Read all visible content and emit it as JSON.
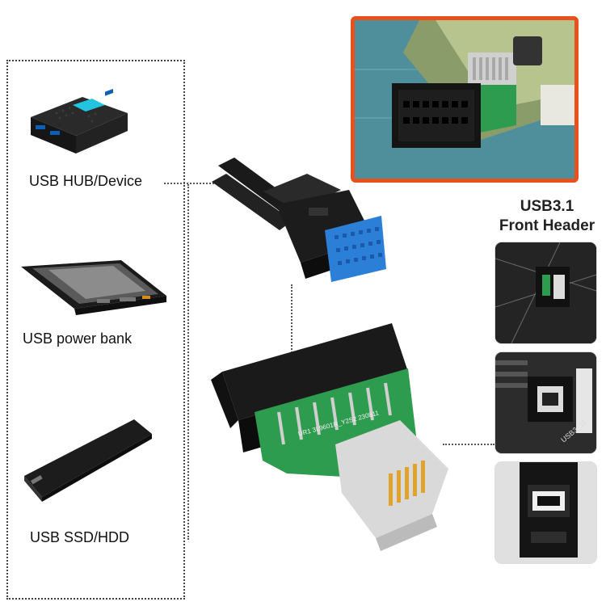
{
  "devices": [
    {
      "label": "USB HUB/Device",
      "icon": "usb-hub-icon"
    },
    {
      "label": "USB power bank",
      "icon": "power-bank-icon"
    },
    {
      "label": "USB SSD/HDD",
      "icon": "ssd-enclosure-icon"
    }
  ],
  "front_header": {
    "title_line1": "USB3.1",
    "title_line2": "Front Header"
  },
  "pcb_print": "UR1 3L9601R_Y2S2 230811",
  "thumbnail_print": "USB3_1E",
  "colors": {
    "accent_frame": "#e8501e",
    "connector_blue": "#2b7fd6",
    "pcb_green": "#2e9c4e",
    "hub_cyan": "#22c4e0"
  }
}
